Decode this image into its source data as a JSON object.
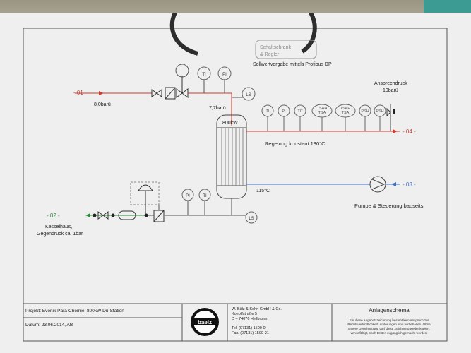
{
  "instruments": {
    "top_ti": "TI",
    "top_pi": "PI",
    "ls": "LS",
    "row": [
      "TI",
      "PI",
      "TC",
      "TSAH\nTSA",
      "TSAH\nTSA",
      "PSH",
      "PSH"
    ],
    "bottom_pi": "PI",
    "bottom_ti": "TI",
    "ls_bottom": "LS"
  },
  "labels": {
    "stamp_line1": "Schaltschrank",
    "stamp_line2": "& Regler",
    "sollwert": "Sollwertvorgabe mittels Profibus DP",
    "anspruch_1": "Ansprechdruck",
    "anspruch_2": "10barü",
    "line01": "- 01 -",
    "p8": "8,0barü",
    "p77": "7,7barü",
    "kw": "800kW",
    "line04": "- 04 -",
    "regelung": "Regelung konstant 130°C",
    "temp115": "115°C",
    "line03": "- 03 -",
    "pumpe": "Pumpe & Steuerung bauseits",
    "line02": "- 02 -",
    "kessel_1": "Kesselhaus,",
    "kessel_2": "Gegendruck ca. 1bar"
  },
  "title_block": {
    "projekt": "Projekt: Evonik Para-Chemie, 800kW Dü-Station",
    "datum": "Datum: 23.06.2014, AB",
    "logo": "baelz",
    "company_lines": [
      "W. Bälz & Sohn GmbH & Co.",
      "Koepffstraße 5",
      "D – 74076 Heilbronn",
      "Tel. (07131) 1500-0",
      "Fax. (07131) 1500-21"
    ],
    "heading": "Anlagenschema",
    "disclaimer_lines": [
      "Für diese Angebotszeichnung besteht kein Anspruch zur",
      "Rechtsverbindlichkeit. Änderungen sind vorbehalten. Ohne",
      "unsere Genehmigung darf diese Zeichnung weder kopiert,",
      "vervielfältigt, noch Dritten zugänglich gemacht werden."
    ]
  },
  "colors": {
    "steam": "#cc3b2e",
    "condensate": "#3c6fc0",
    "return": "#2f8a3f",
    "line": "#555555",
    "paper": "#efefef"
  }
}
